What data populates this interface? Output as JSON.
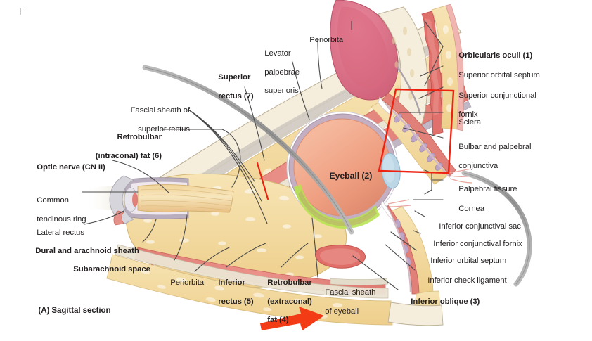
{
  "figure": {
    "caption": "(A) Sagittal section",
    "center_label": "Eyeball (2)",
    "highlight_color": "#b6f14a",
    "annotation_color": "#f33b16",
    "text_color": "#231f20"
  },
  "labels_left": [
    {
      "id": "fascial-sheath-superior-rectus",
      "line1": "Fascial sheath of",
      "line2": "superior rectus",
      "bold": false
    },
    {
      "id": "retrobulbar-intraconal-fat",
      "line1": "Retrobulbar",
      "line2": "(intraconal) fat (6)",
      "bold": true
    },
    {
      "id": "optic-nerve",
      "line1": "Optic nerve (CN II)",
      "line2": "",
      "bold": true
    },
    {
      "id": "common-tendinous-ring",
      "line1": "Common",
      "line2": "tendinous ring",
      "bold": false
    },
    {
      "id": "lateral-rectus",
      "line1": "Lateral rectus",
      "line2": "",
      "bold": false
    },
    {
      "id": "dural-arachnoid-sheath",
      "line1": "Dural and arachnoid sheath",
      "line2": "",
      "bold": true
    },
    {
      "id": "subarachnoid-space",
      "line1": "Subarachnoid space",
      "line2": "",
      "bold": true
    }
  ],
  "labels_top": [
    {
      "id": "superior-rectus",
      "line1": "Superior",
      "line2": "rectus (7)",
      "bold": true
    },
    {
      "id": "levator-palpebrae-superioris",
      "line1": "Levator",
      "line2": "palpebrae",
      "line3": "superioris",
      "bold": false
    },
    {
      "id": "periorbita-top",
      "line1": "Periorbita",
      "line2": "",
      "bold": false
    }
  ],
  "labels_right": [
    {
      "id": "orbicularis-oculi",
      "line1": "Orbicularis oculi (1)",
      "line2": "",
      "bold": true
    },
    {
      "id": "superior-orbital-septum",
      "line1": "Superior orbital septum",
      "line2": "",
      "bold": false
    },
    {
      "id": "superior-conjunctional-fornix",
      "line1": "Superior conjunctional",
      "line2": "fornix",
      "bold": false
    },
    {
      "id": "sclera",
      "line1": "Sclera",
      "line2": "",
      "bold": false
    },
    {
      "id": "bulbar-palpebral-conjunctiva",
      "line1": "Bulbar and palpebral",
      "line2": "conjunctiva",
      "bold": false
    },
    {
      "id": "palpebral-fissure",
      "line1": "Palpebral fissure",
      "line2": "",
      "bold": false
    },
    {
      "id": "cornea",
      "line1": "Cornea",
      "line2": "",
      "bold": false
    },
    {
      "id": "inferior-conjunctival-sac",
      "line1": "Inferior conjunctival sac",
      "line2": "",
      "bold": false
    },
    {
      "id": "inferior-conjunctival-fornix",
      "line1": "Inferior conjunctival fornix",
      "line2": "",
      "bold": false
    },
    {
      "id": "inferior-orbital-septum",
      "line1": "Inferior orbital septum",
      "line2": "",
      "bold": false
    },
    {
      "id": "inferior-check-ligament",
      "line1": "Inferior check ligament",
      "line2": "",
      "bold": false
    },
    {
      "id": "inferior-oblique",
      "line1": "Inferior oblique (3)",
      "line2": "",
      "bold": true
    }
  ],
  "labels_bottom": [
    {
      "id": "periorbita-bottom",
      "line1": "Periorbita",
      "line2": "",
      "bold": false
    },
    {
      "id": "inferior-rectus",
      "line1": "Inferior",
      "line2": "rectus (5)",
      "bold": true
    },
    {
      "id": "retrobulbar-extraconal-fat",
      "line1": "Retrobulbar",
      "line2": "(extraconal)",
      "line3": "fat (4)",
      "bold": true
    },
    {
      "id": "fascial-sheath-of-eyeball",
      "line1": "Fascial sheath",
      "line2": "of eyeball",
      "bold": false,
      "highlighted": true
    }
  ],
  "annotations": {
    "red_box": {
      "present": true,
      "color": "#ee2211"
    },
    "red_arrow": {
      "present": true,
      "color": "#f33b16"
    },
    "red_tick": {
      "present": true,
      "color": "#ee2211"
    }
  },
  "palette": {
    "fat": "#f3d99a",
    "fat_light": "#f8ecd0",
    "muscle": "#e8897f",
    "muscle_dark": "#d8645c",
    "eyeball": "#f0a183",
    "sclera": "#c3aec2",
    "bone": "#f6eedd",
    "skin_gray": "#9a9a9a",
    "cornea": "#bcd6e6",
    "mucosa": "#d96b7e"
  }
}
